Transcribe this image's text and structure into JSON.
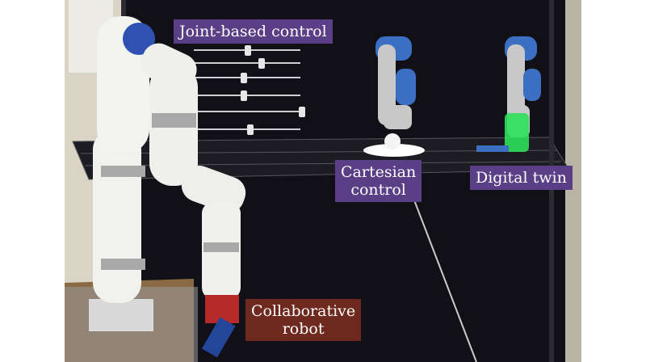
{
  "labels": {
    "joint_based_control": "Joint-based control",
    "cartesian_control_line1": "Cartesian",
    "cartesian_control_line2": "control",
    "digital_twin": "Digital twin",
    "collaborative_robot_line1": "Collaborative",
    "collaborative_robot_line2": "robot"
  },
  "colors": {
    "label_purple": "#5a3e86",
    "label_maroon": "#6e2a1f",
    "backdrop": "#0e0d11",
    "virtual_robot_blue": "#3b6fc4",
    "digital_twin_green": "#2ee05a"
  }
}
